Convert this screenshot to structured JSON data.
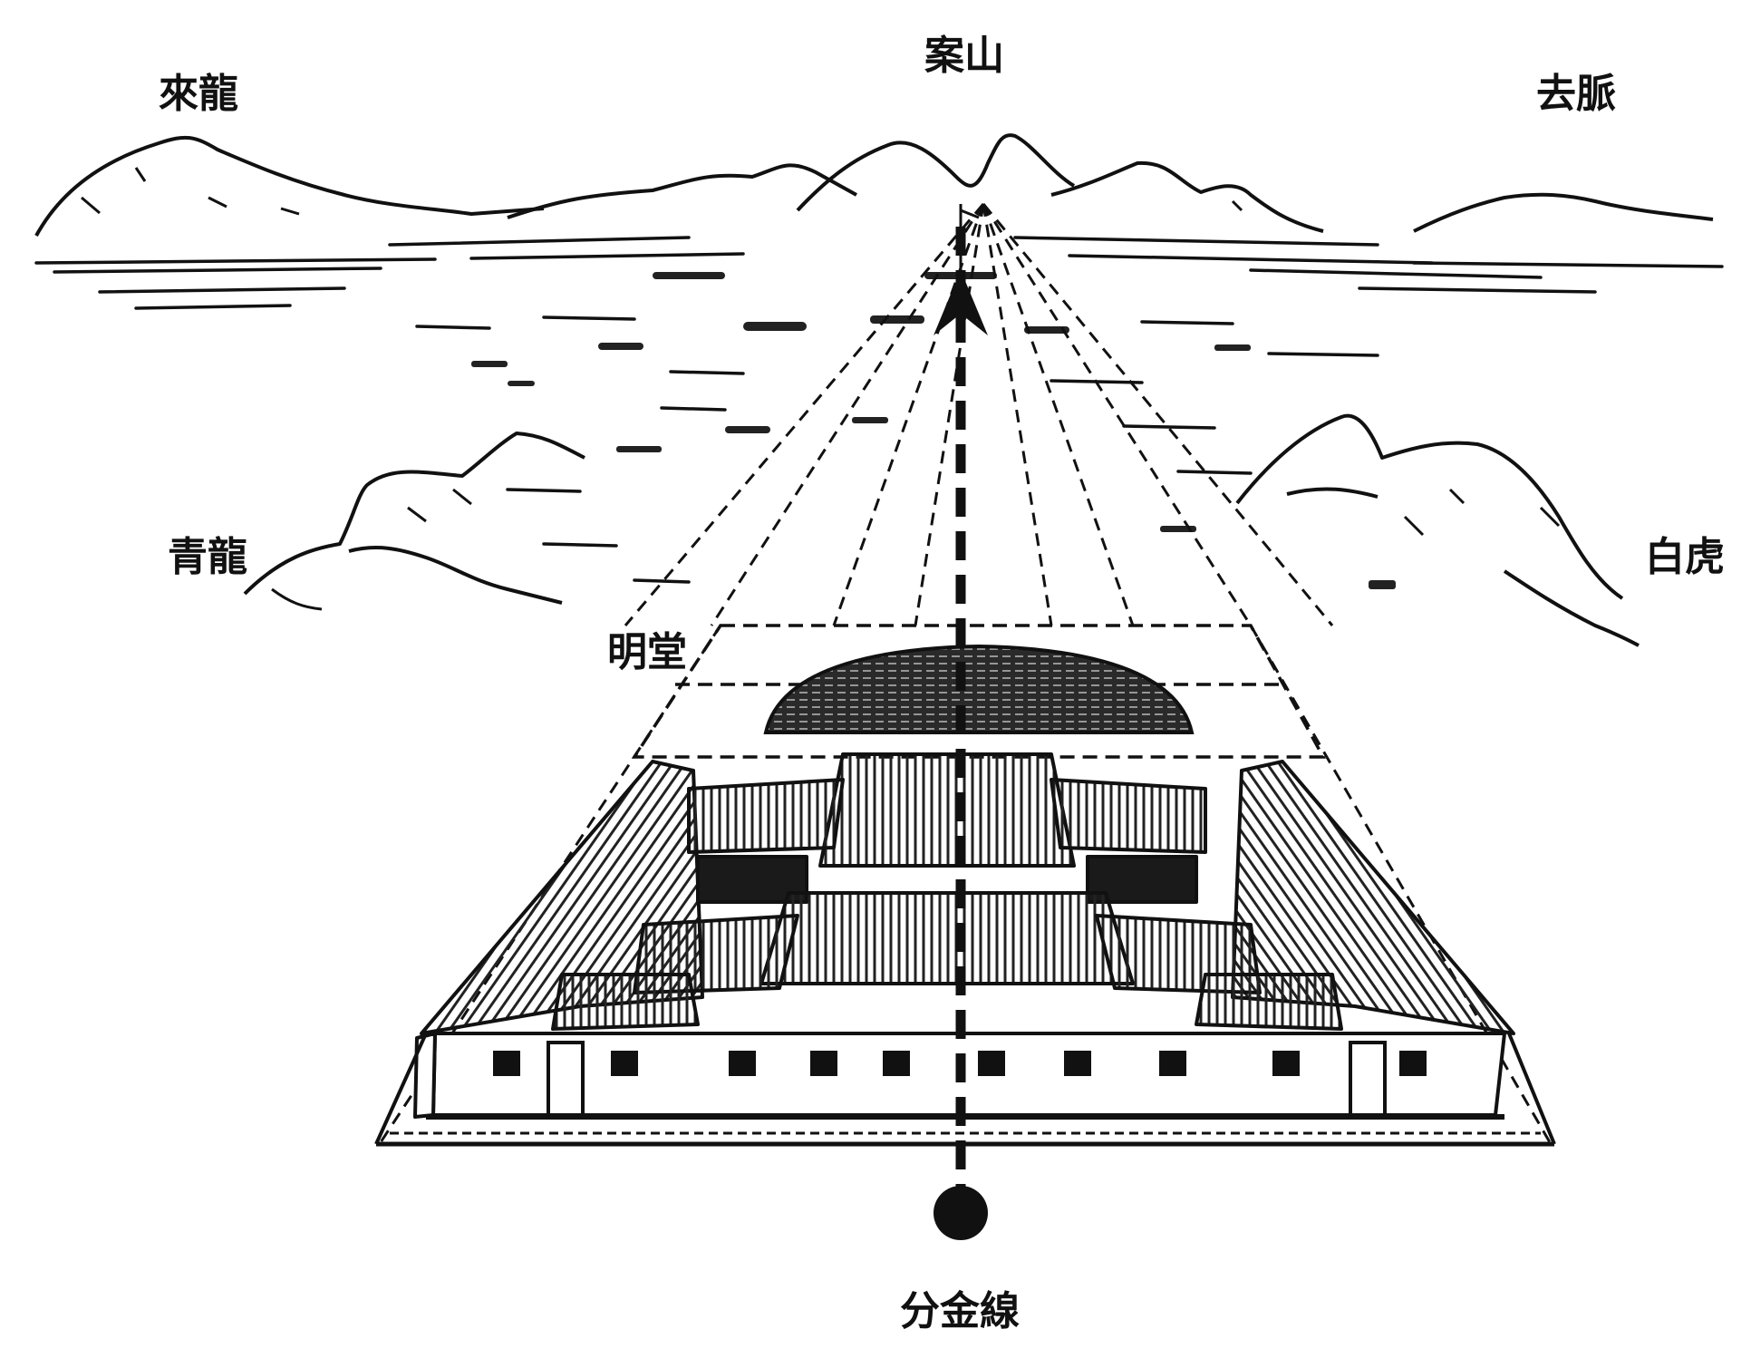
{
  "labels": {
    "lailong": "來龍",
    "anshan": "案山",
    "qumai": "去脈",
    "qinglong": "青龍",
    "baihu": "白虎",
    "mingtang": "明堂",
    "fenjinxian": "分金線"
  },
  "colors": {
    "ink": "#111111",
    "paper": "#ffffff",
    "hatch": "#444444"
  }
}
